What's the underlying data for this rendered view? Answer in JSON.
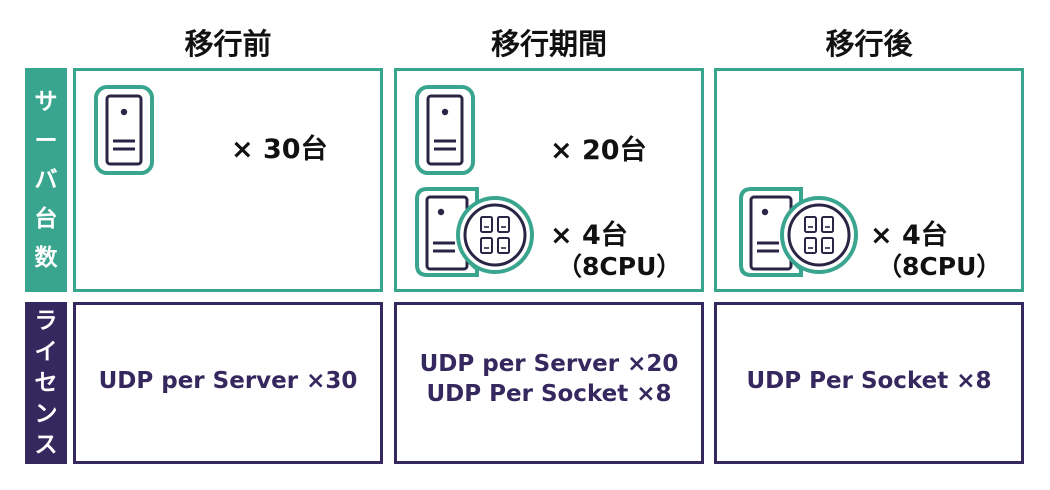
{
  "headers": {
    "before": "移行前",
    "during": "移行期間",
    "after": "移行後"
  },
  "side_labels": {
    "server_count": [
      "サ",
      "ー",
      "バ",
      "台",
      "数"
    ],
    "license": [
      "ラ",
      "イ",
      "セ",
      "ン",
      "ス"
    ]
  },
  "server_row": {
    "before": {
      "physical_count": "× 30台"
    },
    "during": {
      "physical_count": "× 20台",
      "virtual_count": "× 4台",
      "virtual_cpu": "（8CPU）"
    },
    "after": {
      "virtual_count": "× 4台",
      "virtual_cpu": "（8CPU）"
    }
  },
  "license_row": {
    "before": [
      "UDP per Server ×30"
    ],
    "during": [
      "UDP per Server ×20",
      "UDP Per Socket ×8"
    ],
    "after": [
      "UDP Per Socket ×8"
    ]
  },
  "icons": {
    "physical_server": "server-tower-icon",
    "virtualization_host": "server-tower-with-vm-cluster-icon"
  },
  "colors": {
    "server_accent": "#3aa58e",
    "license_accent": "#35285e",
    "icon_outline": "#2b2545",
    "text": "#111111"
  }
}
